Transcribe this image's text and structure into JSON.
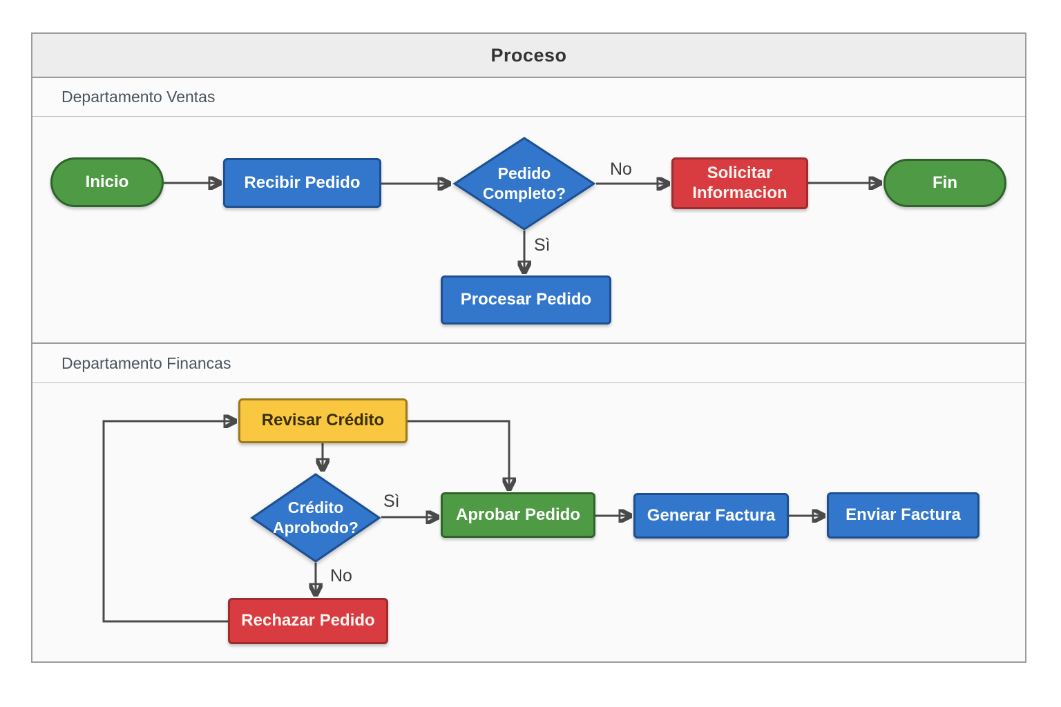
{
  "title": "Proceso",
  "lanes": [
    {
      "label": "Departamento Ventas"
    },
    {
      "label": "Departamento Financas"
    }
  ],
  "nodes": {
    "inicio": {
      "label": "Inicio",
      "type": "start",
      "color": "green",
      "lane": "Departamento Ventas"
    },
    "recibir": {
      "label": "Recibir Pedido",
      "type": "process",
      "color": "blue",
      "lane": "Departamento Ventas"
    },
    "pedido_completo": {
      "label": "Pedido Completo?",
      "type": "decision",
      "color": "blue",
      "lane": "Departamento Ventas"
    },
    "solicitar": {
      "label": "Solicitar Informacion",
      "type": "process",
      "color": "red",
      "lane": "Departamento Ventas"
    },
    "fin": {
      "label": "Fin",
      "type": "end",
      "color": "green",
      "lane": "Departamento Ventas"
    },
    "procesar": {
      "label": "Procesar Pedido",
      "type": "process",
      "color": "blue",
      "lane": "Departamento Ventas"
    },
    "revisar": {
      "label": "Revisar Crédito",
      "type": "process",
      "color": "yellow",
      "lane": "Departamento Financas"
    },
    "credito_aprobado": {
      "label": "Crédito Aprobodo?",
      "type": "decision",
      "color": "blue",
      "lane": "Departamento Financas"
    },
    "aprobar": {
      "label": "Aprobar Pedido",
      "type": "process",
      "color": "green",
      "lane": "Departamento Financas"
    },
    "generar": {
      "label": "Generar Factura",
      "type": "process",
      "color": "blue",
      "lane": "Departamento Financas"
    },
    "enviar": {
      "label": "Enviar Factura",
      "type": "process",
      "color": "blue",
      "lane": "Departamento Financas"
    },
    "rechazar": {
      "label": "Rechazar Pedido",
      "type": "process",
      "color": "red",
      "lane": "Departamento Financas"
    }
  },
  "edge_labels": {
    "pedido_no": "No",
    "pedido_si": "Sì",
    "credito_si": "Sì",
    "credito_no": "No"
  },
  "palette": {
    "blue": "#3277cb",
    "blue_border": "#1d4f91",
    "green": "#4f9a45",
    "green_border": "#2e642b",
    "red": "#d83b40",
    "red_border": "#9e2b2f",
    "yellow": "#f9c840",
    "yellow_border": "#9c7a1c",
    "connector": "#4a4a4a",
    "frame_border": "#9b9b9b",
    "title_bg": "#ededed"
  }
}
